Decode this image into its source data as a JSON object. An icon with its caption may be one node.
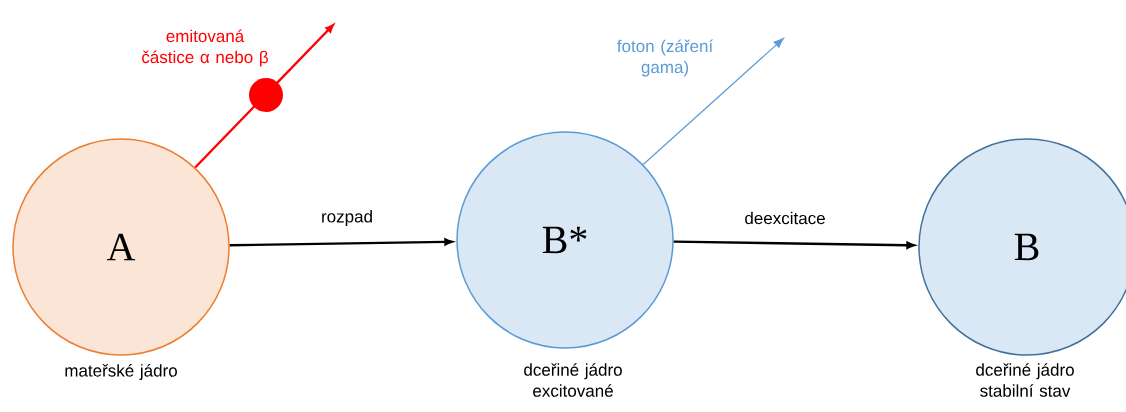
{
  "diagram": {
    "nodes": [
      {
        "text": [
          "A"
        ],
        "beside": [
          "mateřské jádro"
        ]
      },
      {
        "text": [
          "B*"
        ],
        "beside": [
          "dceřiné jádro excitované"
        ]
      },
      {
        "text": [
          "B"
        ],
        "beside": [
          "dceřiné jádro stabilní stav"
        ]
      }
    ],
    "edges": [
      {
        "from": 0,
        "to": 1,
        "arrow": "to",
        "label": "rozpad"
      },
      {
        "from": 1,
        "to": 2,
        "arrow": "to",
        "label": "deexcitace"
      },
      {
        "from": 0,
        "to": null,
        "arrow": "to",
        "color": "#ff0000",
        "label": "emitovaná částice α nebo β"
      },
      {
        "from": 1,
        "to": null,
        "arrow": "to",
        "color": "#5b9bd5",
        "label": "foton (záření gama)"
      }
    ]
  }
}
